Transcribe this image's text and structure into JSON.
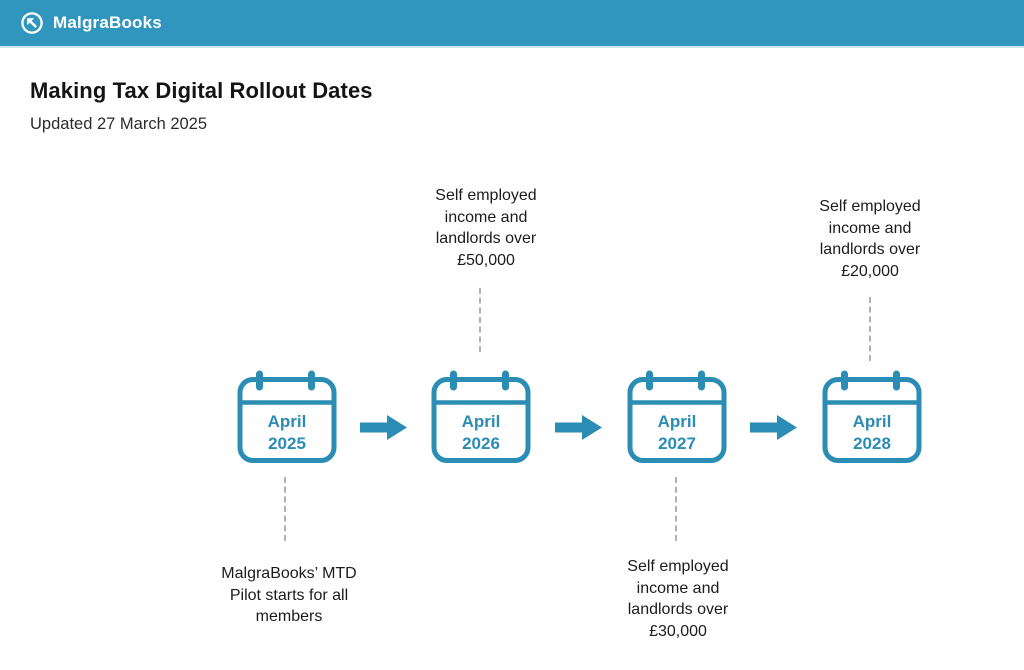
{
  "header": {
    "brand": "MalgraBooks",
    "logo_icon": "arrow-up-left-circle-icon"
  },
  "page": {
    "title": "Making Tax Digital Rollout Dates",
    "subtitle": "Updated 27 March 2025"
  },
  "timeline": {
    "milestones": [
      {
        "month": "April",
        "year": "2025",
        "note": "MalgraBooks’ MTD\nPilot starts for all\nmembers",
        "note_position": "below"
      },
      {
        "month": "April",
        "year": "2026",
        "note": "Self employed\nincome and\nlandlords over\n£50,000",
        "note_position": "above"
      },
      {
        "month": "April",
        "year": "2027",
        "note": "Self employed\nincome and\nlandlords over\n£30,000",
        "note_position": "below"
      },
      {
        "month": "April",
        "year": "2028",
        "note": "Self employed\nincome and\nlandlords over\n£20,000",
        "note_position": "above"
      }
    ]
  },
  "colors": {
    "header_bg": "#3196BD",
    "icon_teal": "#2B8CB4",
    "dash_gray": "#B0B0B0",
    "title_text": "#141414",
    "body_text": "#1C1C1C"
  }
}
